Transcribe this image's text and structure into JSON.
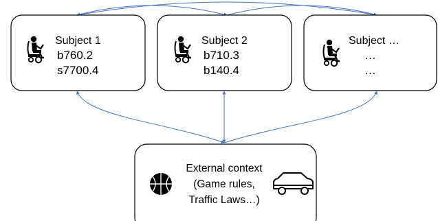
{
  "subjects": [
    {
      "title": "Subject 1",
      "codes": [
        "b760.2",
        "s7700.4"
      ],
      "icon": "wheelchair-user-icon"
    },
    {
      "title": "Subject 2",
      "codes": [
        "b710.3",
        "b140.4"
      ],
      "icon": "wheelchair-user-icon"
    },
    {
      "title": "Subject …",
      "codes": [
        "…",
        "…"
      ],
      "icon": "wheelchair-user-icon"
    }
  ],
  "context": {
    "lines": [
      "External context",
      "(Game rules,",
      "Traffic Laws…)"
    ],
    "icons": [
      "basketball-icon",
      "car-icon"
    ]
  },
  "colors": {
    "arrow": "#4472c4",
    "border": "#000000"
  }
}
